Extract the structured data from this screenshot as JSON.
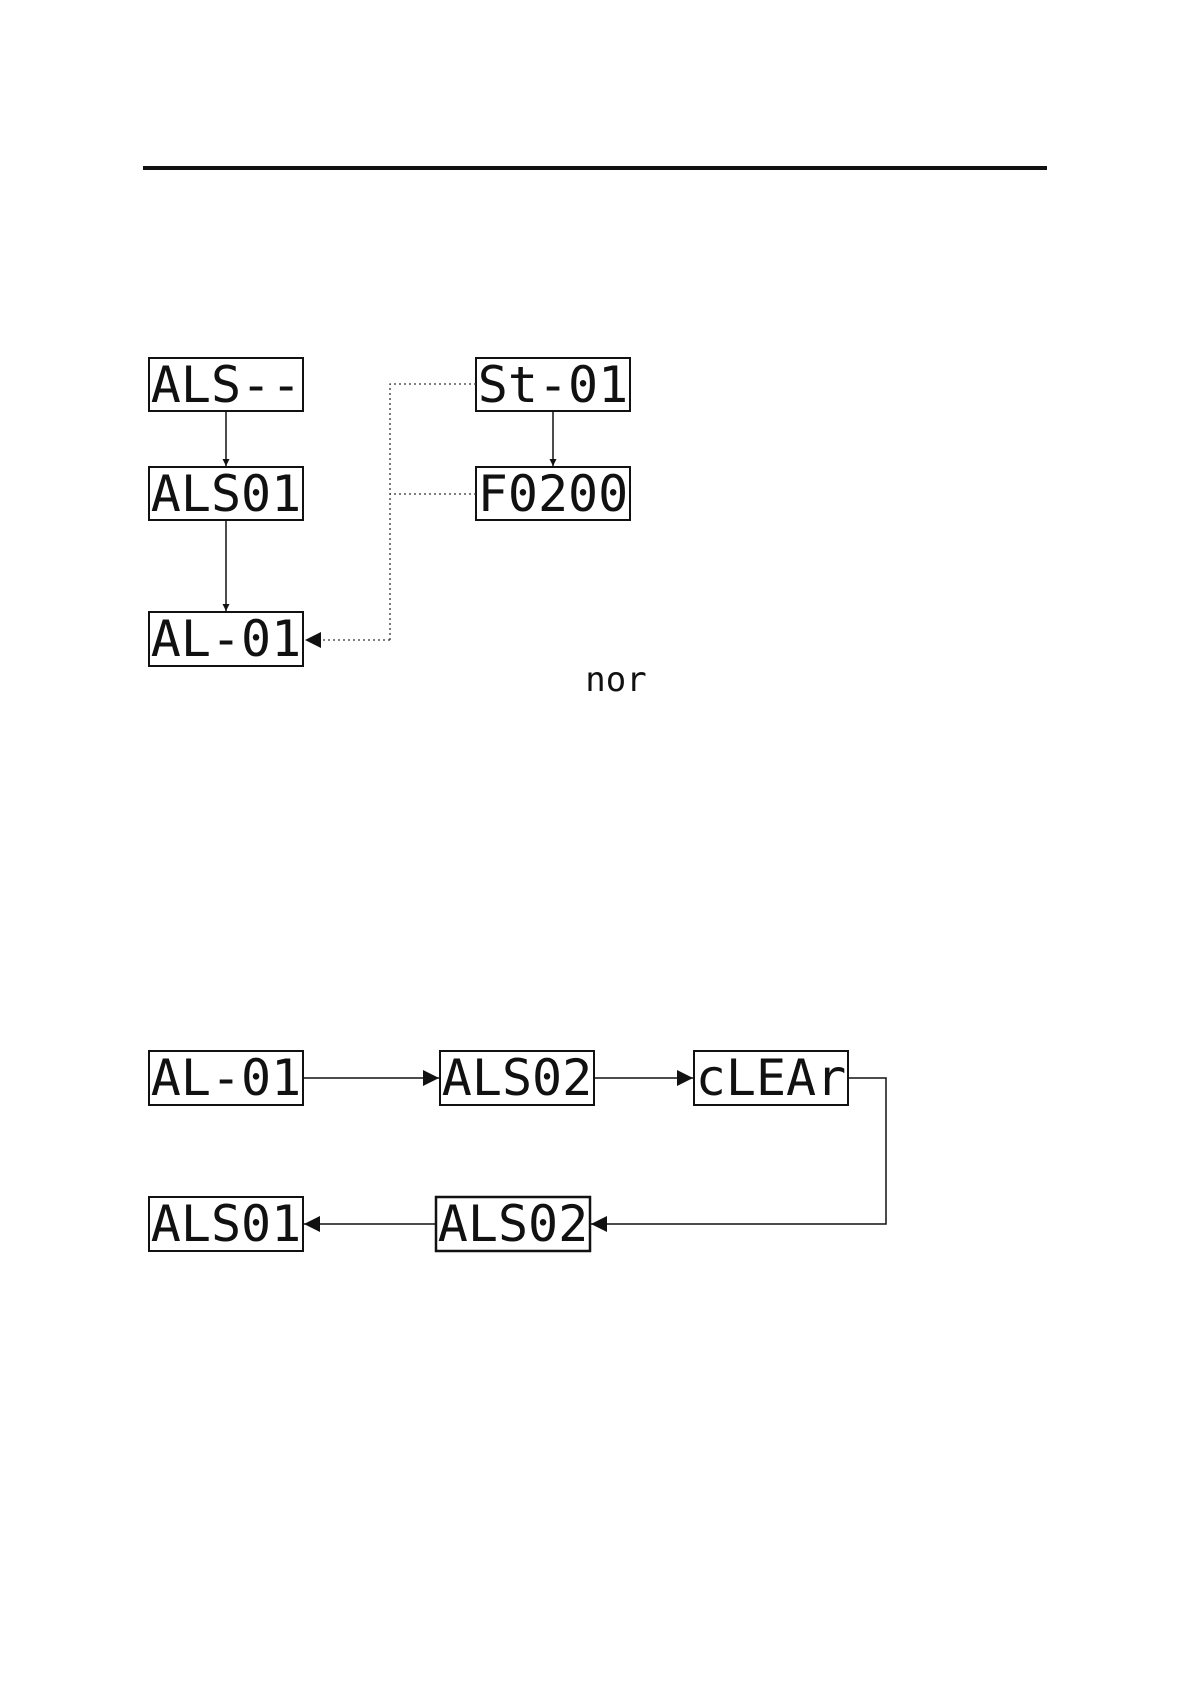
{
  "diagram_top": {
    "displays": {
      "als_blank": "ALS--",
      "als01": "ALS01",
      "al01": "AL-01",
      "st01": "St-01",
      "f0200": "F0200"
    },
    "note": "nor"
  },
  "diagram_bottom": {
    "displays": {
      "al01": "AL-01",
      "als02_top": "ALS02",
      "clear": "cLEAr",
      "als02_bottom": "ALS02",
      "als01": "ALS01"
    }
  },
  "colors": {
    "ink": "#111111",
    "background": "#ffffff"
  }
}
